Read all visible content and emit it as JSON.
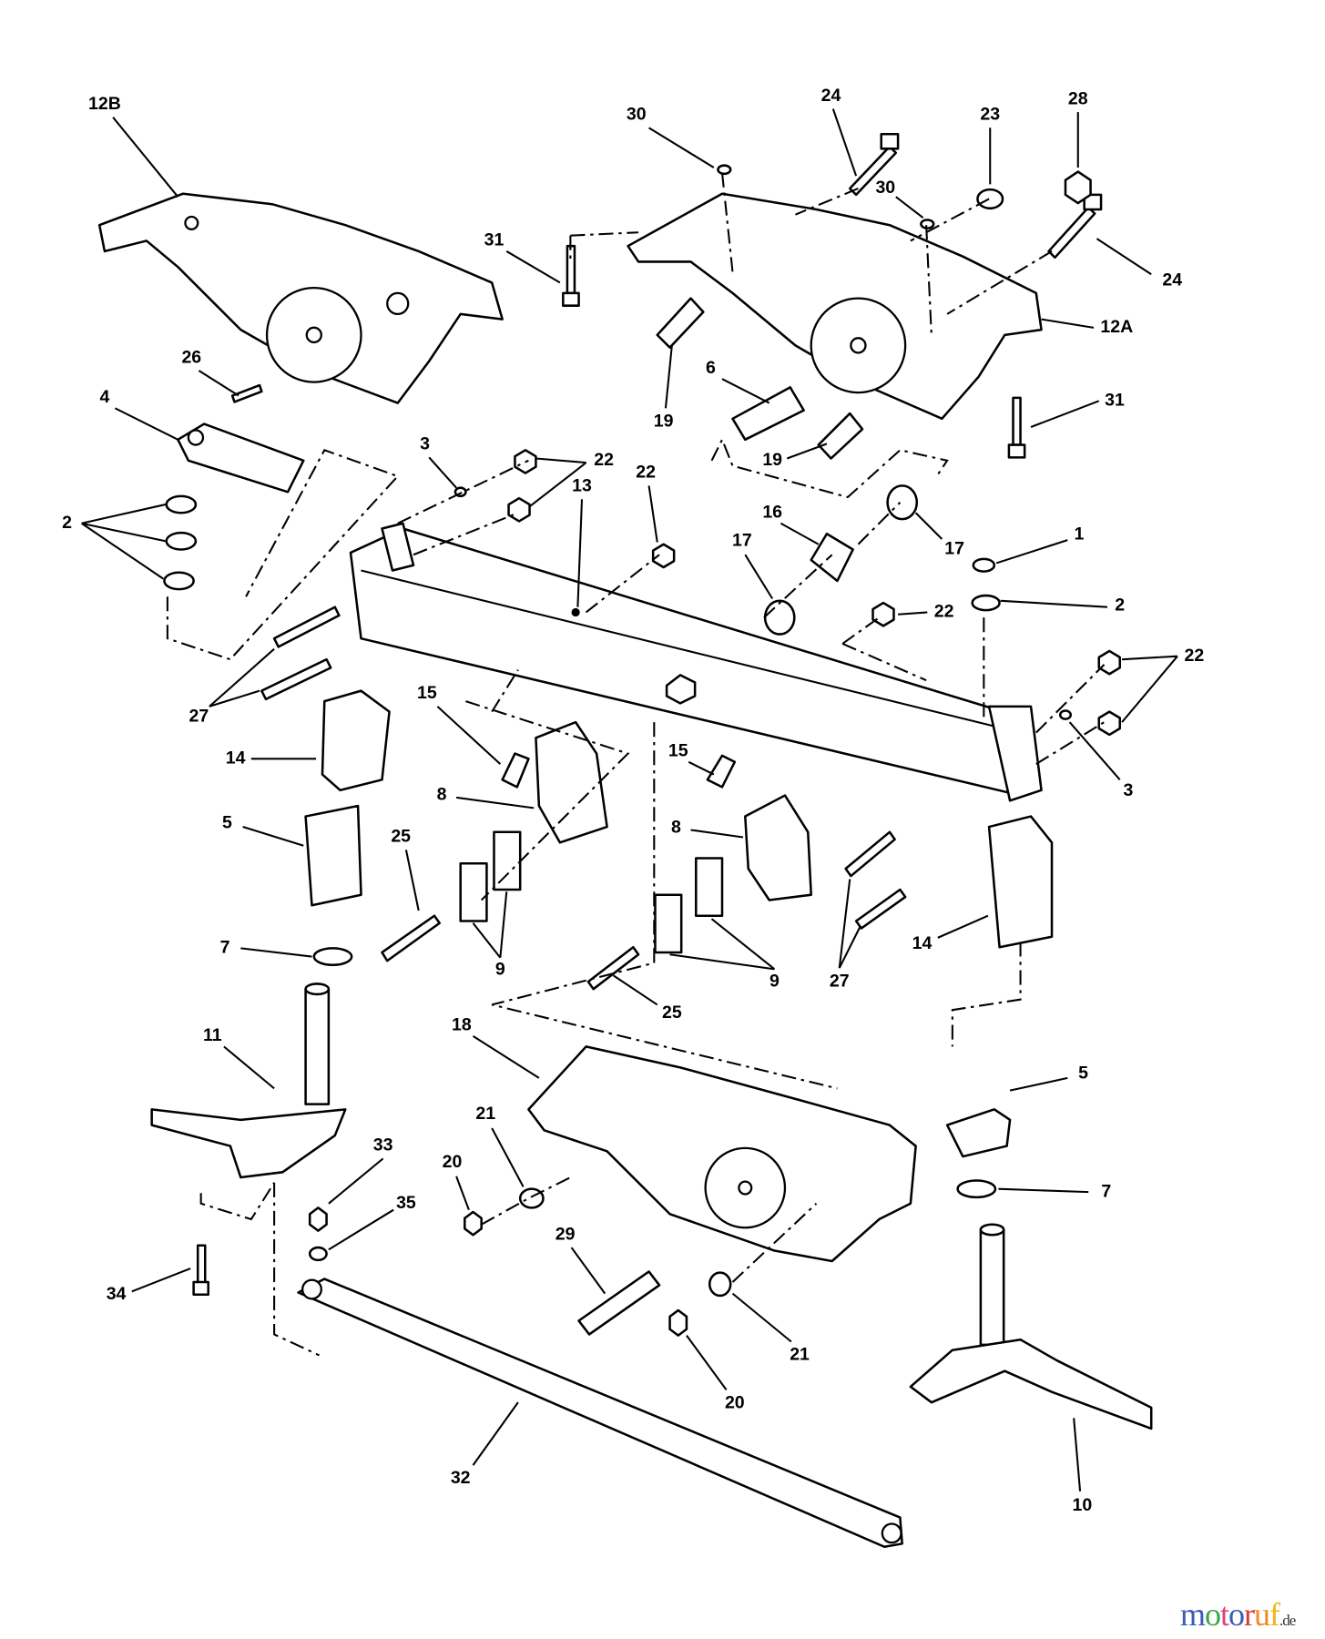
{
  "diagram": {
    "type": "exploded-parts-diagram",
    "callouts": [
      "12B",
      "30",
      "24",
      "23",
      "28",
      "31",
      "30",
      "24",
      "12A",
      "26",
      "4",
      "3",
      "22",
      "22",
      "6",
      "19",
      "19",
      "31",
      "2",
      "16",
      "17",
      "17",
      "13",
      "1",
      "2",
      "22",
      "22",
      "27",
      "15",
      "15",
      "14",
      "3",
      "5",
      "8",
      "8",
      "25",
      "27",
      "14",
      "7",
      "9",
      "9",
      "25",
      "18",
      "11",
      "5",
      "21",
      "33",
      "20",
      "35",
      "7",
      "34",
      "29",
      "21",
      "20",
      "32",
      "10"
    ]
  },
  "watermark": {
    "brand": "motoruf",
    "suffix": ".de",
    "colors": [
      "#3b5bb5",
      "#e0407a",
      "#3aa54a",
      "#f08a1e",
      "#d63a2f"
    ]
  }
}
